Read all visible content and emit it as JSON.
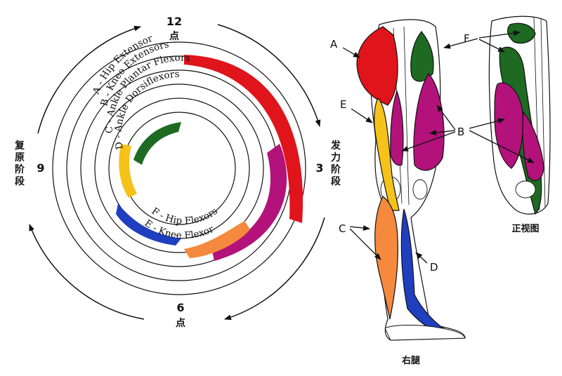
{
  "clock": {
    "top": "12",
    "right": "3",
    "bottom": "6",
    "left": "9"
  },
  "points_char": "点",
  "phases": {
    "power": [
      "发",
      "力",
      "阶",
      "段"
    ],
    "recovery": [
      "复",
      "原",
      "阶",
      "段"
    ]
  },
  "rings": {
    "A": "A - Hip Extensor",
    "B": "B - Knee Extensors",
    "C": "C - Ankle Plantar Flexors",
    "D": "D - Ankle Dorsiflexors",
    "E": "E - Knee Flexor",
    "F": "F - Hip Flexors"
  },
  "letters": [
    "A",
    "B",
    "C",
    "D",
    "E",
    "F"
  ],
  "captions": {
    "right_leg": "右腿",
    "front_view": "正视图"
  },
  "colors": {
    "A": "#e0141b",
    "B": "#b3127a",
    "C": "#f5893d",
    "D": "#1f3fbf",
    "E": "#f5c21a",
    "F": "#1e6a22"
  }
}
